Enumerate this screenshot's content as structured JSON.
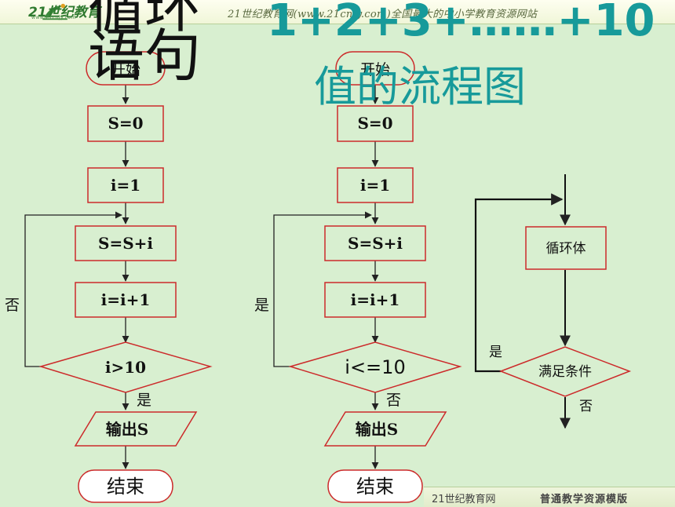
{
  "header": {
    "logo_text": "21世纪教育",
    "logo_url": "www.21cnjy.com",
    "slogan": "21世纪教育网(www.21cnjy.com)全国最大的中小学教育资源网站"
  },
  "footer": {
    "site": "21世纪教育网",
    "template": "普通教学资源模版"
  },
  "title_left": {
    "line1": "循环",
    "line2": "语句"
  },
  "title_right": {
    "line1": "1+2+3+……+10",
    "line2": "值的流程图"
  },
  "flow_a": {
    "start": "开始",
    "s_init": "S=0",
    "i_init": "i=1",
    "s_update": "S=S+i",
    "i_update": "i=i+1",
    "condition": "i>10",
    "yes": "是",
    "no": "否",
    "output": "输出S",
    "end": "结束"
  },
  "flow_b": {
    "start": "开始",
    "s_init": "S=0",
    "i_init": "i=1",
    "s_update": "S=S+i",
    "i_update": "i=i+1",
    "condition": "i<=10",
    "yes": "是",
    "no": "否",
    "output": "输出S",
    "end": "结束"
  },
  "flow_c": {
    "body": "循环体",
    "condition": "满足条件",
    "yes": "是",
    "no": "否"
  },
  "colors": {
    "background": "#d8efd0",
    "box_border": "#cc2a2a",
    "title_teal": "#179a9a"
  }
}
